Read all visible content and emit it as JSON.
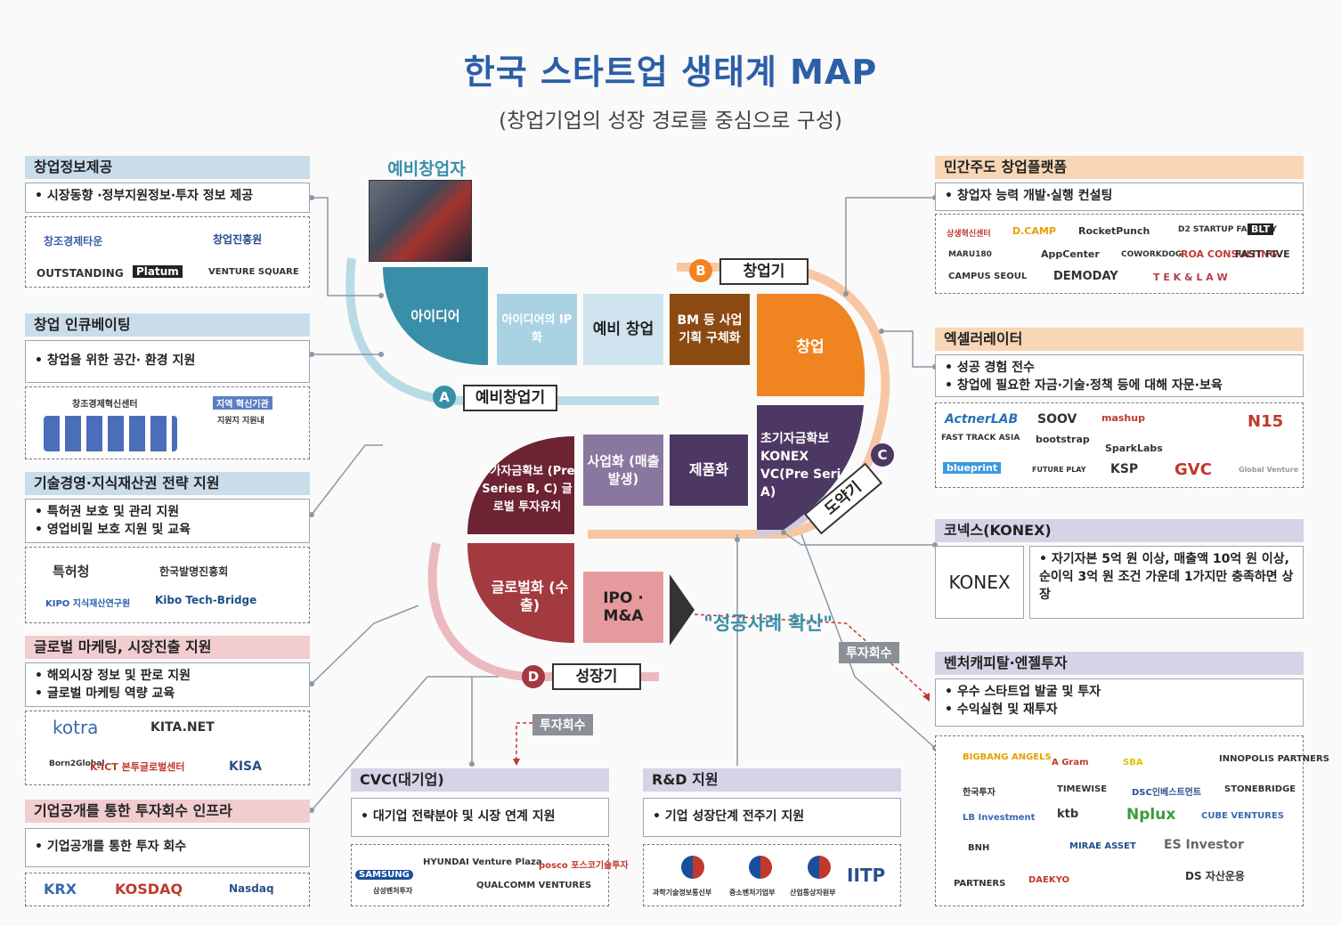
{
  "title": "한국 스타트업 생태계 MAP",
  "subtitle": "(창업기업의 성장 경로를 중심으로 구성)",
  "left_panels": [
    {
      "head": "창업정보제공",
      "bullets": [
        "시장동향 ·정부지원정보·투자 정보 제공"
      ],
      "logos": [
        "창조경제타운",
        "창업진흥원",
        "OUTSTANDING",
        "Platum",
        "VENTURE SQUARE"
      ]
    },
    {
      "head": "창업 인큐베이팅",
      "bullets": [
        "창업을 위한 공간· 환경 지원"
      ],
      "logos": [
        "창조경제혁신센터",
        "지역 혁신기관",
        "지원지 지원내"
      ]
    },
    {
      "head": "기술경영·지식재산권 전략 지원",
      "bullets": [
        "특허권 보호 및 관리 지원",
        "영업비밀 보호 지원 및 교육"
      ],
      "logos": [
        "특허청",
        "한국발명진흥회",
        "KIPO 지식재산연구원",
        "Kibo Tech-Bridge"
      ]
    },
    {
      "head": "글로벌 마케팅, 시장진출 지원",
      "bullets": [
        "해외시장 정보 및 판로 지원",
        "글로벌 마케팅 역량 교육"
      ],
      "logos": [
        "kotra",
        "KITA.NET",
        "Born2Global",
        "K-ICT 본투글로벌센터",
        "KISA"
      ]
    },
    {
      "head": "기업공개를 통한 투자회수 인프라",
      "bullets": [
        "기업공개를 통한 투자 회수"
      ],
      "logos": [
        "KRX",
        "KOSDAQ",
        "Nasdaq"
      ]
    }
  ],
  "right_panels": [
    {
      "head": "민간주도 창업플랫폼",
      "bullets": [
        "창업자 능력 개발·실행 컨설팅"
      ],
      "logos": [
        "상생혁신센터",
        "D.CAMP",
        "RocketPunch",
        "D2 STARTUP FACTORY",
        "BLT",
        "MARU180",
        "AppCenter",
        "COWORKDOG",
        "ROA CONSULTING",
        "FAST FIVE",
        "CAMPUS SEOUL",
        "DEMODAY",
        "T E K & L A W"
      ]
    },
    {
      "head": "엑셀러레이터",
      "bullets": [
        "성공 경험 전수",
        "창업에 필요한 자금·기술·정책 등에 대해 자문·보육"
      ],
      "logos": [
        "ActnerLAB",
        "SOOV",
        "mashup",
        "N15",
        "FAST TRACK ASIA",
        "bootstrap",
        "SparkLabs",
        "blueprint",
        "FUTURE PLAY",
        "KSP",
        "GVC",
        "Global Venture"
      ]
    },
    {
      "head": "코넥스(KONEX)",
      "label": "KONEX",
      "bullets": [
        "자기자본 5억 원 이상, 매출액 10억 원 이상, 순이익 3억 원 조건 가운데 1가지만 충족하면 상장"
      ]
    },
    {
      "head": "벤처캐피탈·엔젤투자",
      "bullets": [
        "우수 스타트업 발굴 및 투자",
        "수익실현 및 재투자"
      ],
      "logos": [
        "BIGBANG ANGELS",
        "A Gram",
        "SBA",
        "INNOPOLIS PARTNERS",
        "한국투자",
        "TIMEWISE",
        "DSC인베스트먼트",
        "STONEBRIDGE",
        "LB Investment",
        "ktb",
        "Nplux",
        "CUBE VENTURES",
        "BNH",
        "MIRAE ASSET",
        "ES Investor",
        "PARTNERS",
        "DAEKYO",
        "DS 자산운용"
      ]
    }
  ],
  "bottom_panels": [
    {
      "head": "CVC(대기업)",
      "bullets": [
        "대기업 전략분야 및 시장 연계 지원"
      ],
      "logos": [
        "SAMSUNG",
        "삼성벤처투자",
        "HYUNDAI Venture Plaza",
        "QUALCOMM VENTURES",
        "posco 포스코기술투자"
      ]
    },
    {
      "head": "R&D 지원",
      "bullets": [
        "기업 성장단계 전주기 지원"
      ],
      "logos": [
        "과학기술정보통신부",
        "중소벤처기업부",
        "산업통상자원부",
        "IITP"
      ]
    }
  ],
  "center": {
    "pre_founder": "예비창업자",
    "segments": {
      "idea": "아이디어",
      "ip": "아이디어의 IP화",
      "pre": "예비 창업",
      "bm": "BM 등 사업기획 구체화",
      "startup": "창업",
      "seed": "초기자금확보 KONEX VC(Pre Series A)",
      "product": "제품화",
      "biz": "사업화 (매출발생)",
      "extra": "추가자금확보 (Pre Series B, C) 글로벌 투자유치",
      "global": "글로벌화 (수출)",
      "ipo": "IPO · M&A"
    },
    "stages": {
      "A": "예비창업기",
      "B": "창업기",
      "C": "도약기",
      "D": "성장기"
    },
    "success": "\"성공사례 확산\"",
    "exit_tag1": "투자회수",
    "exit_tag2": "투자회수"
  },
  "colors": {
    "teal": "#3a8fa8",
    "light_teal": "#a9d3e3",
    "brown": "#8b4a12",
    "orange": "#f08420",
    "purple": "#4d3763",
    "lav": "#8a779f",
    "maroon": "#6d2332",
    "red": "#a33a40",
    "pinkred": "#c97078"
  }
}
